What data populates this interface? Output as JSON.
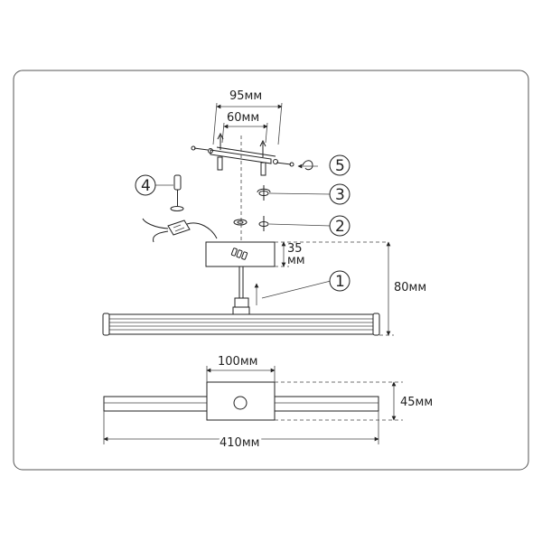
{
  "dimensions": {
    "bracket_outer": "95мм",
    "bracket_inner": "60мм",
    "box_height": "35",
    "box_height_unit": "мм",
    "total_height": "80мм",
    "box_width": "100мм",
    "depth": "45мм",
    "length": "410мм"
  },
  "callouts": [
    "1",
    "2",
    "3",
    "4",
    "5"
  ]
}
